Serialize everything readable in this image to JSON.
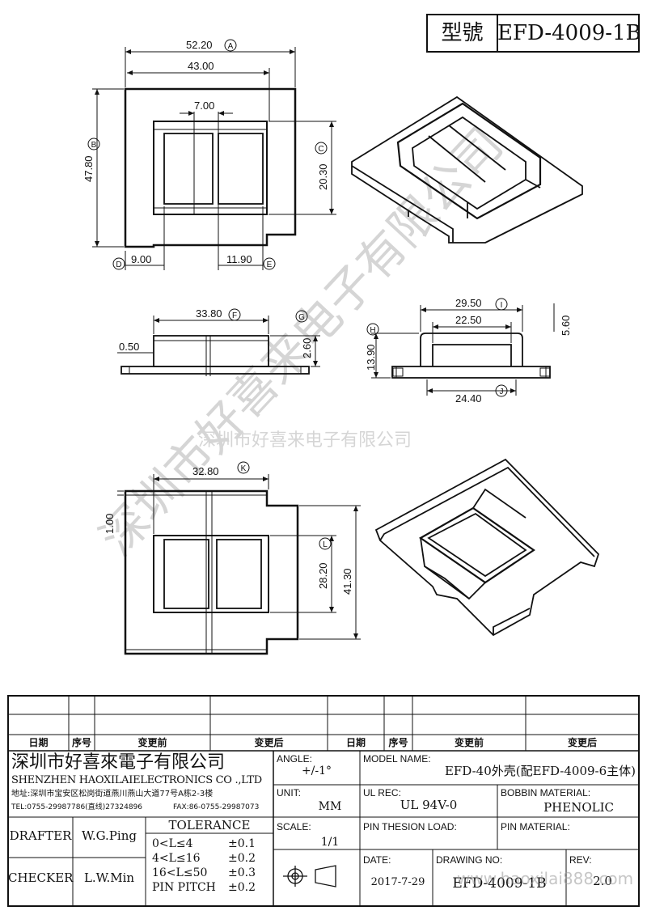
{
  "header": {
    "model_label": "型號",
    "model_value": "EFD-4009-1B"
  },
  "dims": {
    "top_overall": "52.20",
    "top_inner": "43.00",
    "slot": "7.00",
    "height_b": "47.80",
    "height_c": "20.30",
    "d": "9.00",
    "e": "11.90",
    "side_f": "33.80",
    "side_g": "2.60",
    "side_lip": "0.50",
    "side2_i": "29.50",
    "side2_j": "22.50",
    "side2_h": "13.90",
    "side2_k": "5.60",
    "side2_bottom": "24.40",
    "bot_k": "32.80",
    "bot_l": "28.20",
    "bot_h": "41.30",
    "bot_lip": "1.00"
  },
  "markers": {
    "A": "A",
    "B": "B",
    "C": "C",
    "D": "D",
    "E": "E",
    "F": "F",
    "G": "G",
    "H": "H",
    "I": "I",
    "J": "J",
    "K": "K",
    "L": "L"
  },
  "watermark": {
    "diagonal": "深圳市好喜来电子有限公司",
    "center": "深圳市好喜来电子有限公司",
    "bottom": "www.haoxilai888.com"
  },
  "revision_table": {
    "headers": [
      "日期",
      "序号",
      "变更前",
      "变更后",
      "日期",
      "序号",
      "变更前",
      "变更后"
    ]
  },
  "company": {
    "name_cn": "深圳市好喜來電子有限公司",
    "name_en": "SHENZHEN HAOXILAIELECTRONICS CO .,LTD",
    "address": "地址:深圳市宝安区松岗街道燕川燕山大道77号A栋2-3楼",
    "tel": "TEL:0755-29987786(直线)27324896",
    "fax": "FAX:86-0755-29987073"
  },
  "title_block": {
    "angle_label": "ANGLE:",
    "angle_value": "+/-1°",
    "model_name_label": "MODEL NAME:",
    "model_name_value": "EFD-40外壳(配EFD-4009-6主体)",
    "unit_label": "UNIT:",
    "unit_value": "MM",
    "ul_label": "UL REC:",
    "ul_value": "UL 94V-0",
    "bobbin_label": "BOBBIN MATERIAL:",
    "bobbin_value": "PHENOLIC",
    "scale_label": "SCALE:",
    "scale_value": "1/1",
    "pin_load_label": "PIN THESION LOAD:",
    "pin_material_label": "PIN MATERIAL:",
    "drafter_label": "DRAFTER",
    "drafter_value": "W.G.Ping",
    "checker_label": "CHECKER",
    "checker_value": "L.W.Min",
    "tolerance_title": "TOLERANCE",
    "tolerances": [
      {
        "range": "0<L≤4",
        "value": "±0.1"
      },
      {
        "range": "4<L≤16",
        "value": "±0.2"
      },
      {
        "range": "16<L≤50",
        "value": "±0.3"
      },
      {
        "range": "PIN PITCH",
        "value": "±0.2"
      }
    ],
    "date_label": "DATE:",
    "date_value": "2017-7-29",
    "drawing_no_label": "DRAWING NO:",
    "drawing_no_value": "EFD-4009-1B",
    "rev_label": "REV:",
    "rev_value": "2.0"
  }
}
